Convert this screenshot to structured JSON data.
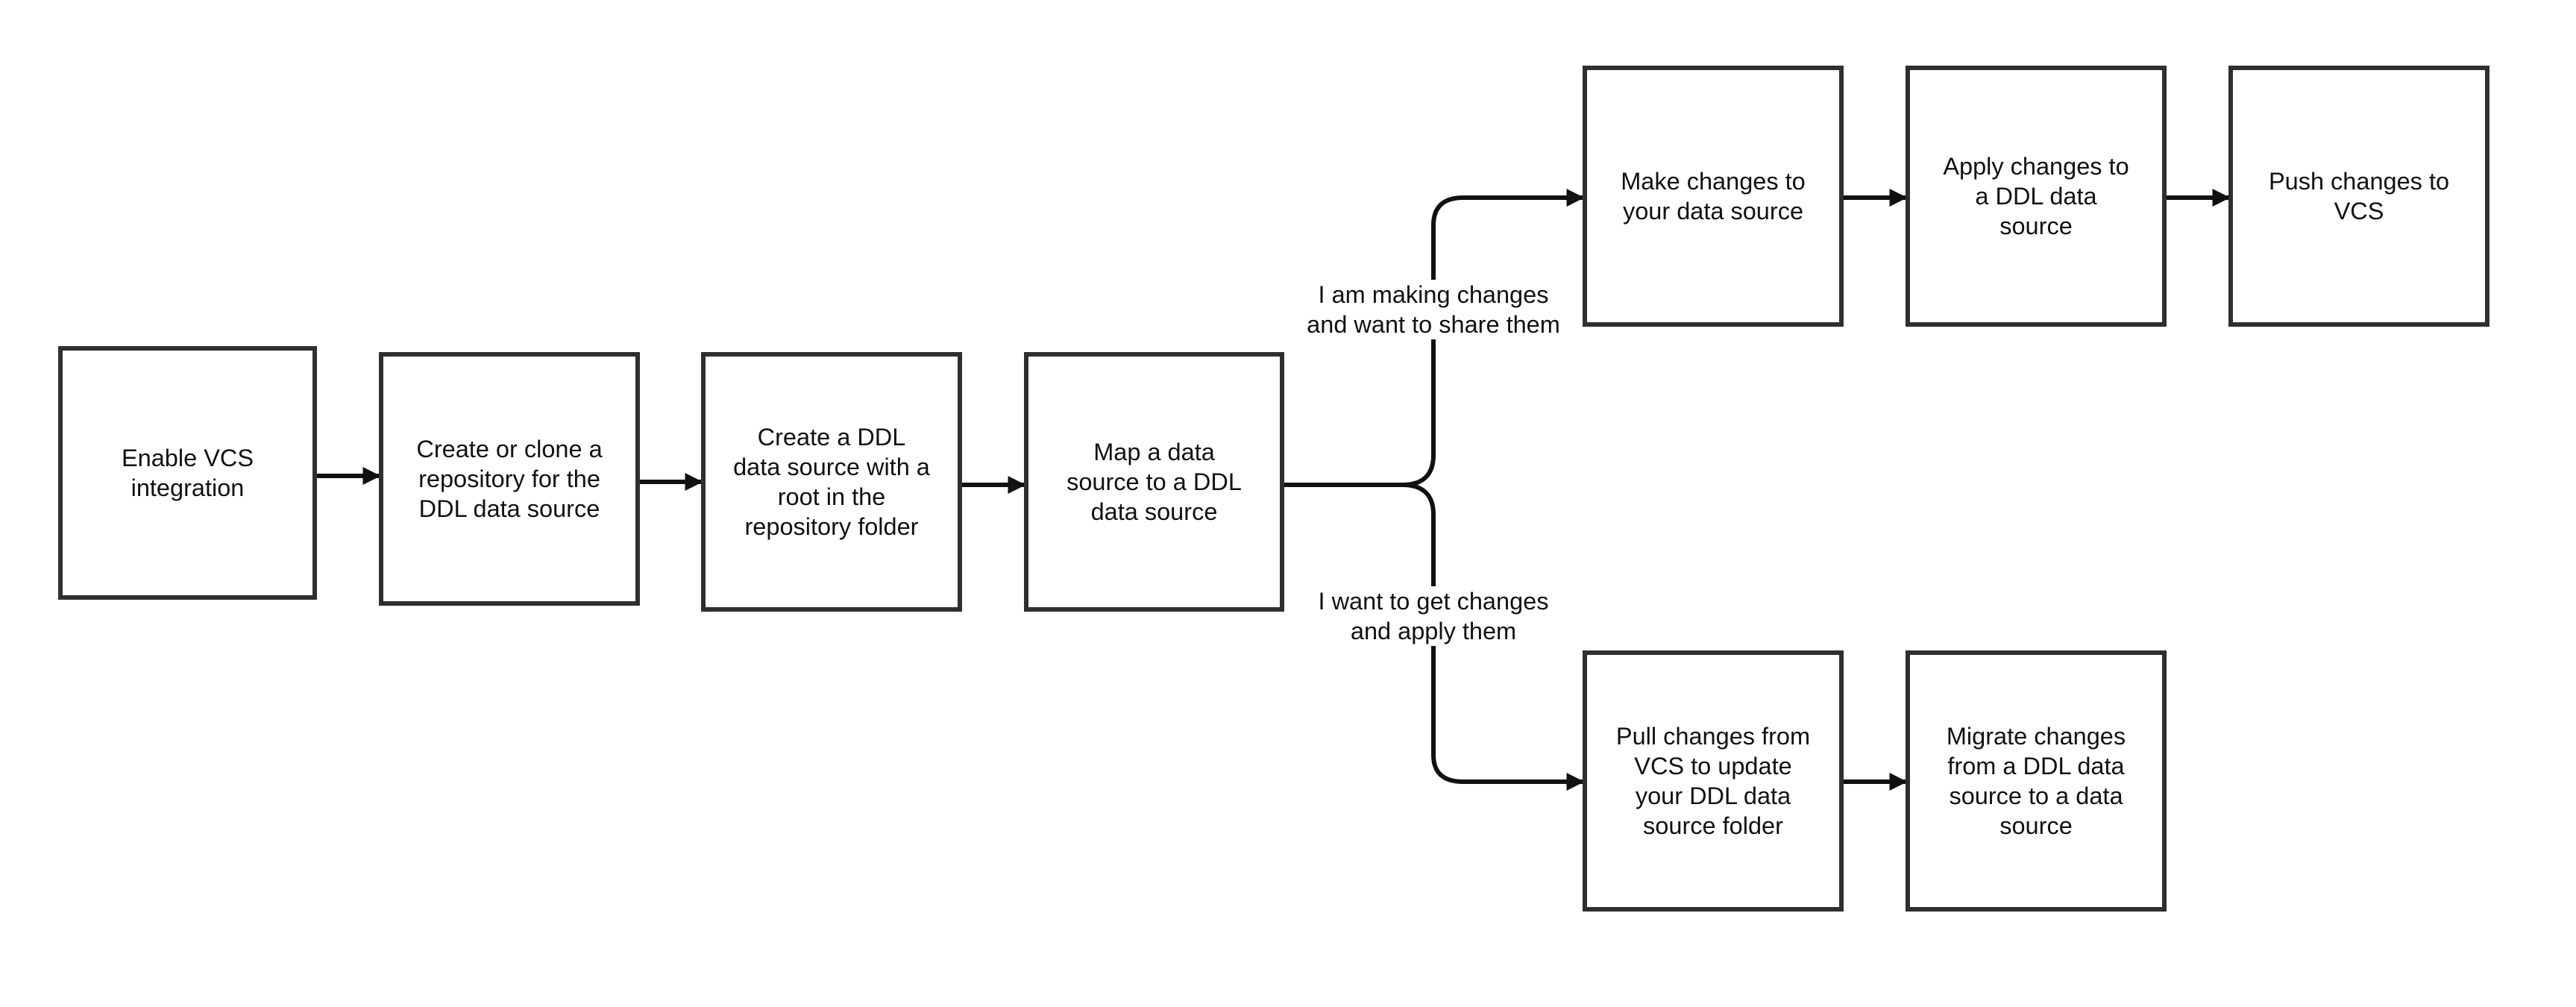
{
  "steps": {
    "enable_vcs": "Enable VCS\nintegration",
    "create_repo": "Create or clone a\nrepository for the\nDDL data source",
    "create_ddl": "Create a DDL\ndata source with a\nroot in the\nrepository folder",
    "map_source": "Map a data\nsource to a DDL\ndata source",
    "make_changes": "Make changes to\nyour data source",
    "apply_changes": "Apply changes to\na DDL data\nsource",
    "push_changes": "Push changes to\nVCS",
    "pull_changes": "Pull changes from\nVCS to update\nyour DDL data\nsource folder",
    "migrate_changes": "Migrate changes\nfrom a DDL data\nsource to a data\nsource"
  },
  "branches": {
    "share": "I am making changes\nand want to share them",
    "get": "I want to get changes\nand apply them"
  },
  "colors": {
    "box_border": "#2f2f2f",
    "connector": "#111111",
    "background": "#ffffff"
  }
}
